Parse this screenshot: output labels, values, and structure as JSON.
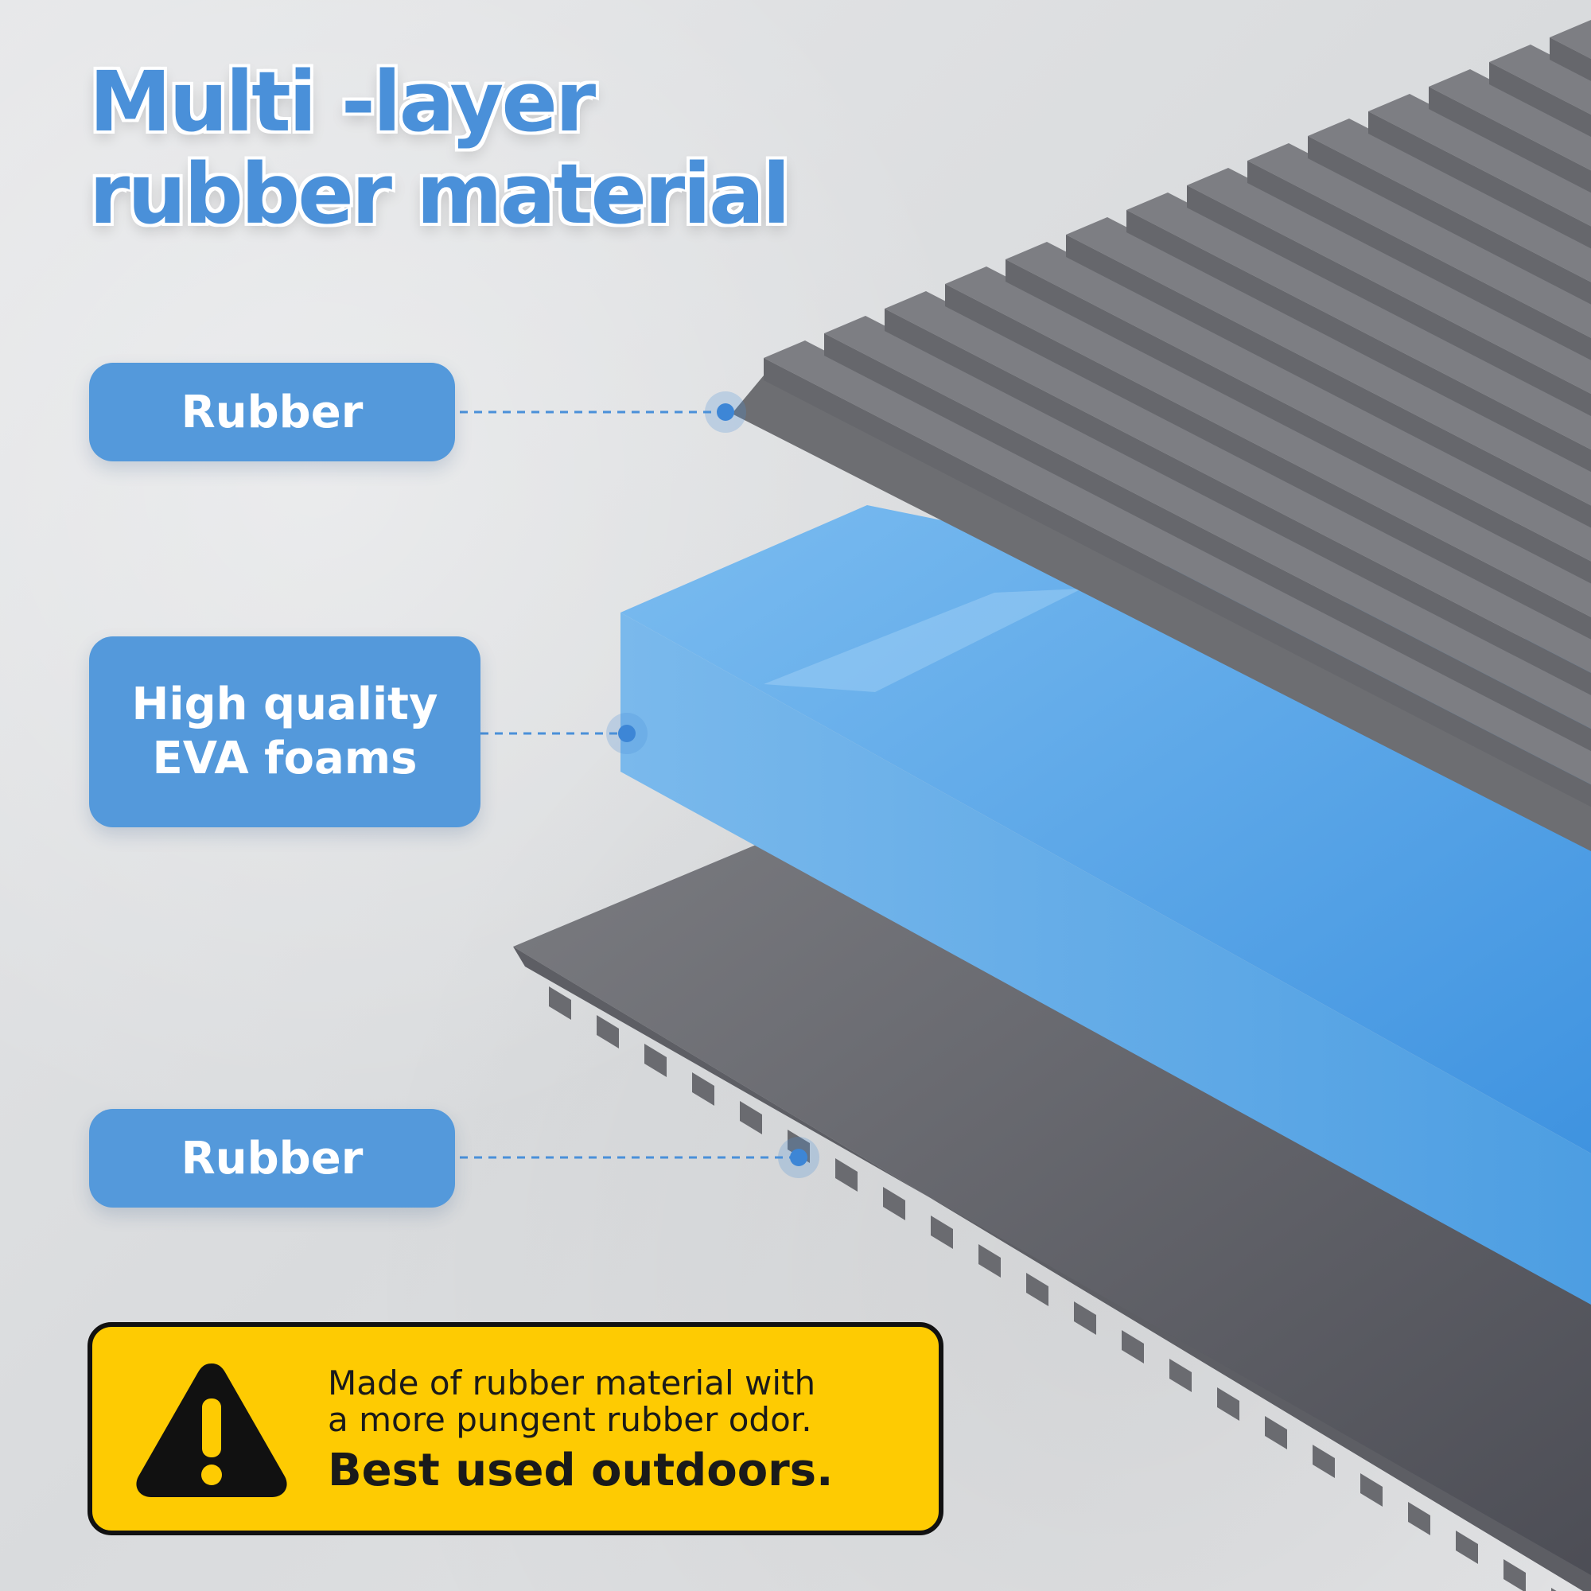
{
  "headline": {
    "line1": "Multi -layer",
    "line2": "rubber material"
  },
  "layers": {
    "top_label": "Rubber",
    "middle_label_line1": "High quality",
    "middle_label_line2": "EVA foams",
    "bottom_label": "Rubber"
  },
  "warning": {
    "icon": "warning-triangle-icon",
    "line1": "Made of rubber material with",
    "line2": "a more pungent rubber odor.",
    "line3": "Best used outdoors."
  },
  "colors": {
    "accent_blue": "#5499db",
    "warning_yellow": "#fecb02",
    "rubber_gray": "#77777b",
    "foam_blue": "#5aa7e6"
  }
}
